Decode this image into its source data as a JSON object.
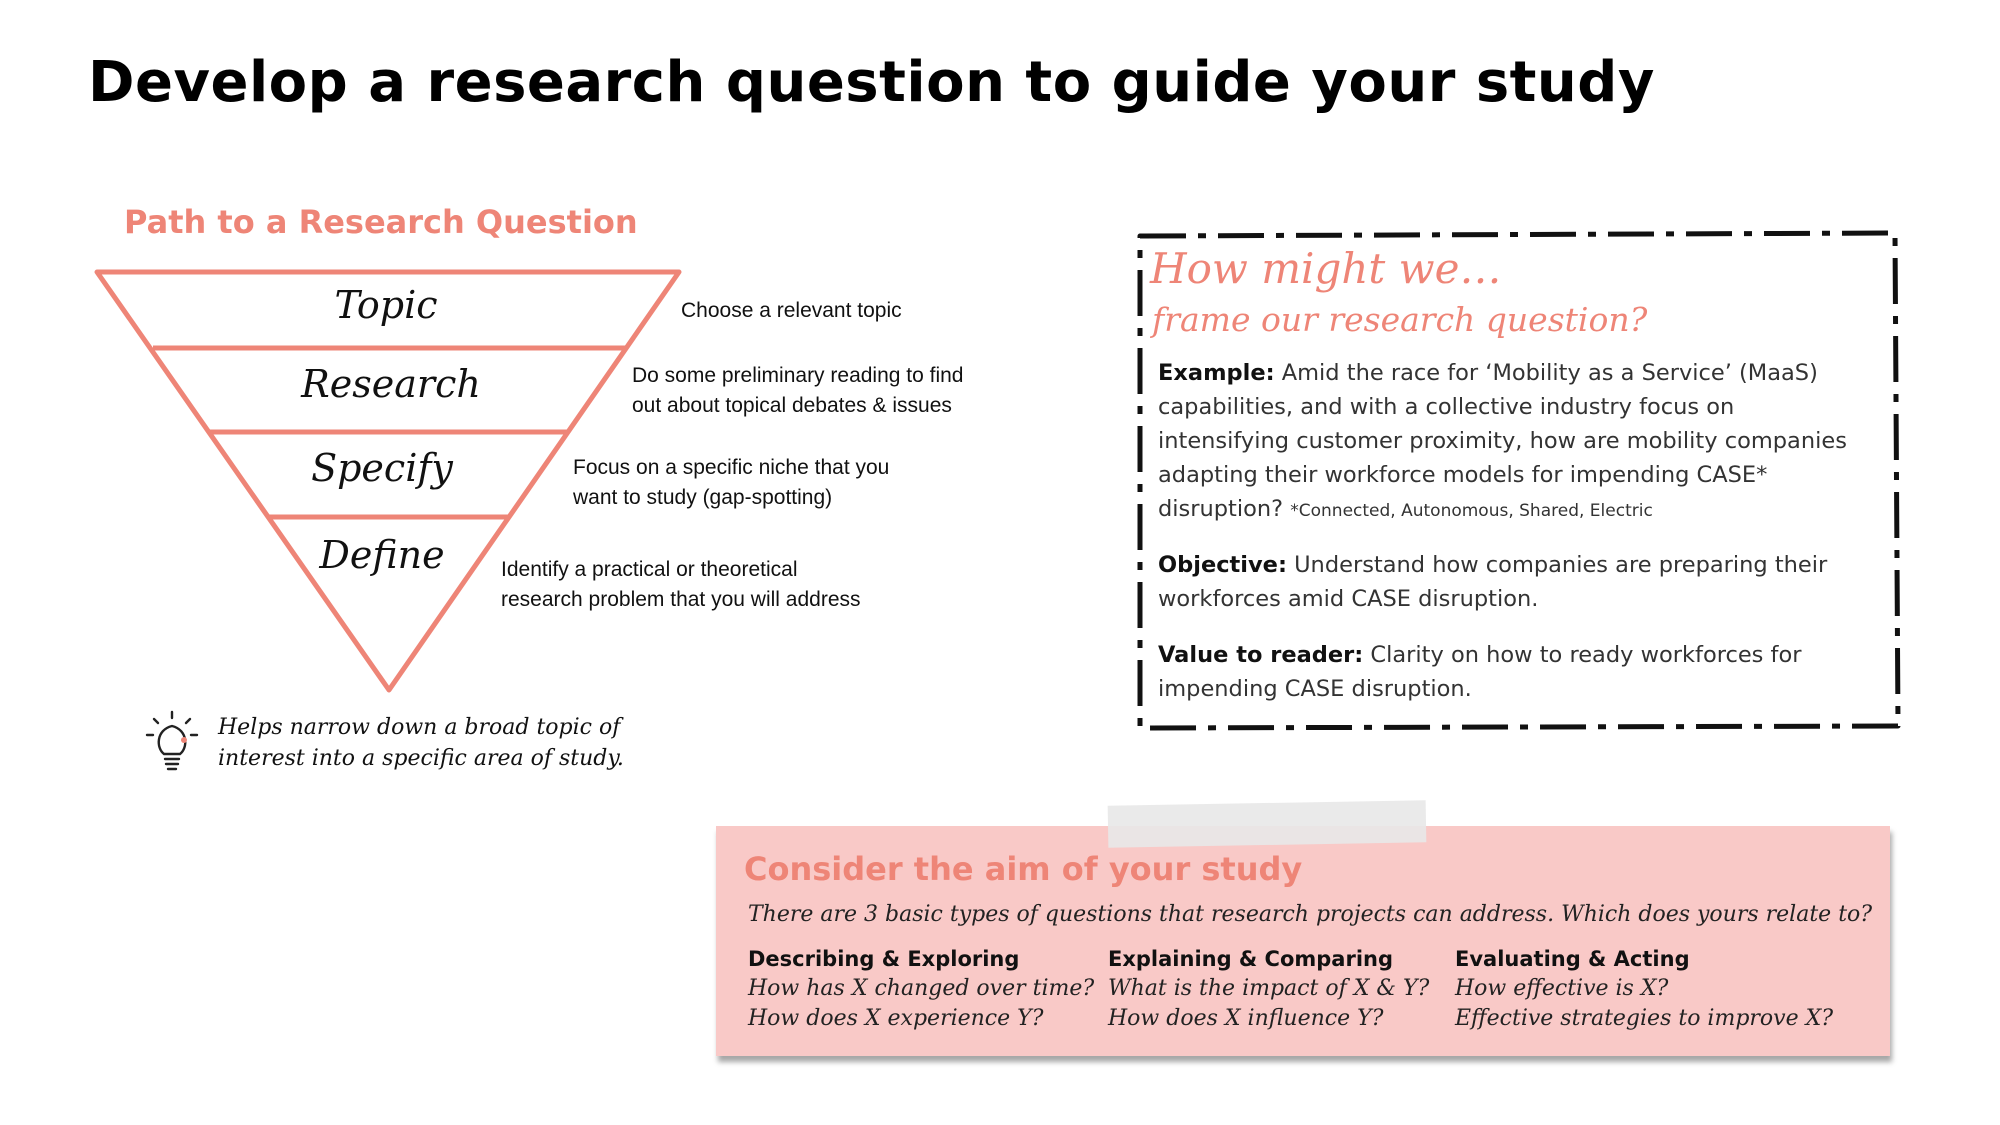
{
  "title": "Develop a research question to guide your study",
  "path": {
    "heading": "Path to a Research Question",
    "levels": [
      {
        "label": "Topic",
        "description": [
          "Choose a relevant topic"
        ]
      },
      {
        "label": "Research",
        "description": [
          "Do some preliminary reading to find",
          "out about topical debates & issues"
        ]
      },
      {
        "label": "Specify",
        "description": [
          "Focus on a specific niche that you",
          "want to study (gap-spotting)"
        ]
      },
      {
        "label": "Define",
        "description": [
          "Identify a practical or theoretical",
          "research problem that you will address"
        ]
      }
    ],
    "tip": [
      "Helps narrow down a broad topic of",
      "interest into a specific area of study."
    ],
    "tip_icon": "lightbulb-icon",
    "accent_color": "#ee8577"
  },
  "hmw": {
    "title": "How might we…",
    "subtitle": "frame our research question?",
    "example_label": "Example:",
    "example_text": "Amid the race for ‘Mobility as a Service’ (MaaS) capabilities, and with a collective industry focus on intensifying customer proximity, how are mobility companies adapting their workforce models for impending CASE* disruption?",
    "example_footnote": "*Connected, Autonomous, Shared, Electric",
    "objective_label": "Objective:",
    "objective_text": "Understand how companies are preparing their workforces amid CASE disruption.",
    "value_label": "Value to reader:",
    "value_text": "Clarity on how to ready workforces for impending CASE disruption."
  },
  "aim": {
    "heading": "Consider the aim of your study",
    "intro": "There are 3 basic types of questions that research projects can address. Which does yours relate to?",
    "background_color": "#f9c9c7",
    "columns": [
      {
        "title": "Describing & Exploring",
        "items": [
          "How has X changed over time?",
          "How does X experience Y?"
        ]
      },
      {
        "title": "Explaining & Comparing",
        "items": [
          "What is the impact of X & Y?",
          "How does X influence Y?"
        ]
      },
      {
        "title": "Evaluating & Acting",
        "items": [
          "How effective is X?",
          "Effective strategies to improve X?"
        ]
      }
    ]
  }
}
